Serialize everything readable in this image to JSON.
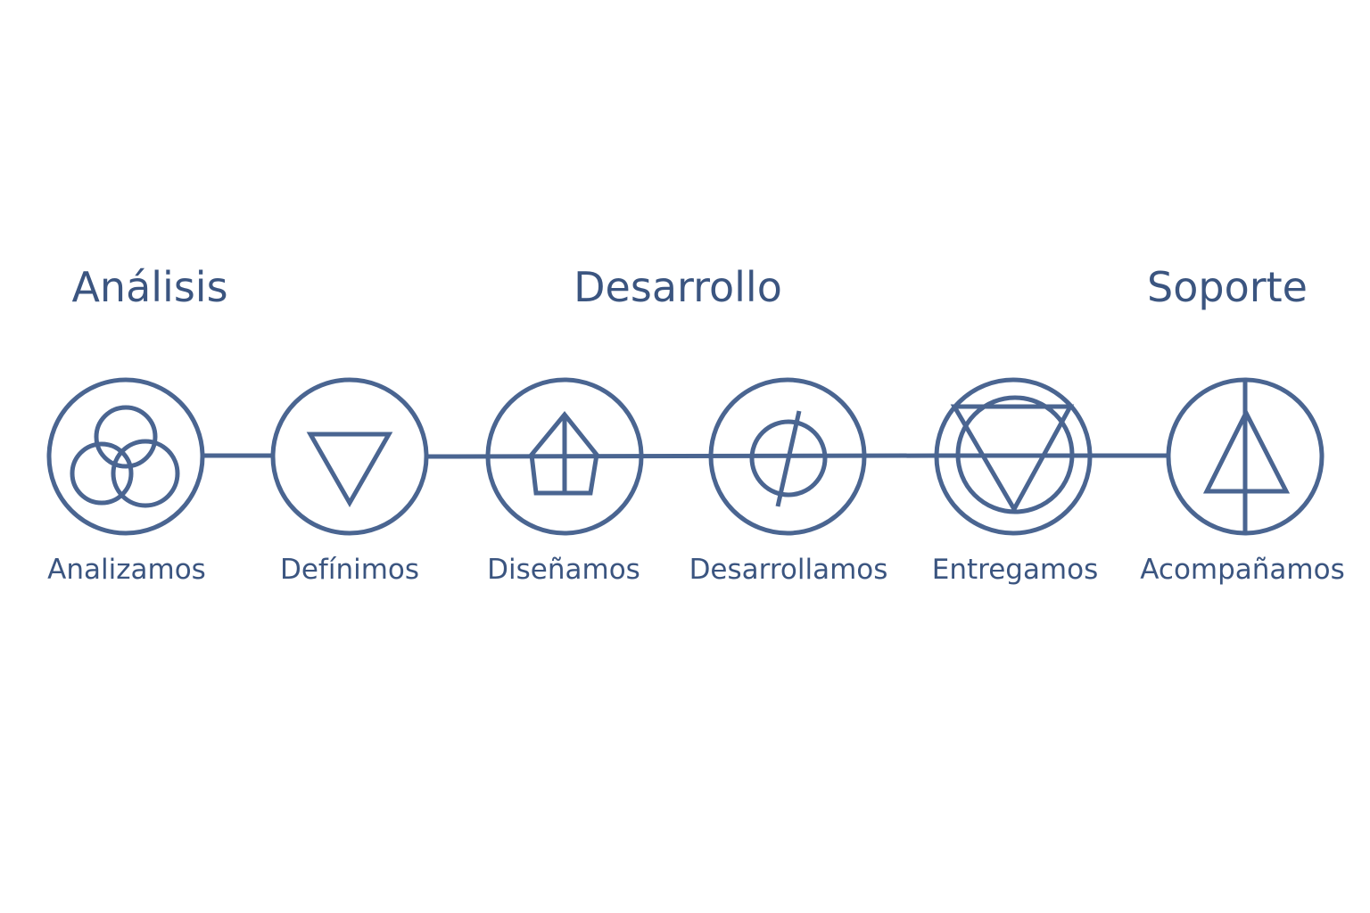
{
  "colors": {
    "stroke": "#4a6591",
    "text": "#3b5580",
    "background": "#ffffff"
  },
  "phases": [
    {
      "label": "Análisis"
    },
    {
      "label": "Desarrollo"
    },
    {
      "label": "Soporte"
    }
  ],
  "steps": [
    {
      "label": "Analizamos",
      "icon": "three-circles-icon"
    },
    {
      "label": "Defínimos",
      "icon": "inverted-triangle-icon"
    },
    {
      "label": "Diseñamos",
      "icon": "pentagon-house-icon"
    },
    {
      "label": "Desarrollamos",
      "icon": "slashed-circle-icon"
    },
    {
      "label": "Entregamos",
      "icon": "triangle-in-circle-icon"
    },
    {
      "label": "Acompañamos",
      "icon": "arrow-triangle-icon"
    }
  ]
}
